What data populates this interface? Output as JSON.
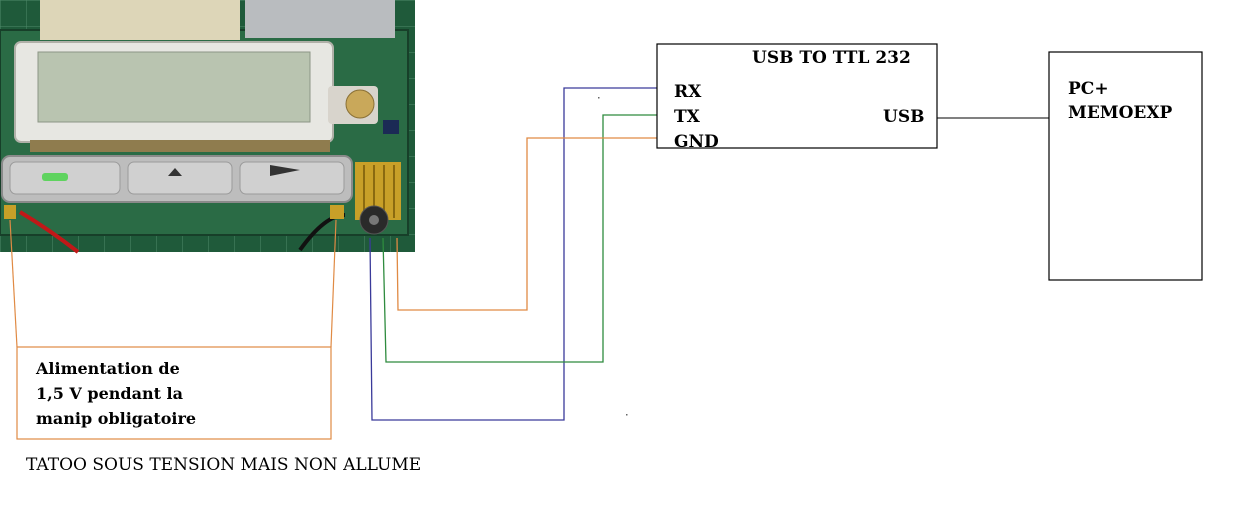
{
  "converter": {
    "title": "USB TO TTL 232",
    "rx": "RX",
    "tx": "TX",
    "gnd": "GND",
    "usb": "USB"
  },
  "pc": {
    "line1": "PC+",
    "line2": "MEMOEXP"
  },
  "power_note": {
    "line1": "Alimentation de",
    "line2": "1,5 V pendant la",
    "line3": "manip obligatoire"
  },
  "caption": "TATOO SOUS TENSION MAIS NON ALLUME",
  "colors": {
    "rx_wire": "#3a3a9a",
    "tx_wire": "#2e8b3e",
    "gnd_wire": "#e08a44",
    "power_wire": "#e08a44",
    "usb_wire": "#000000",
    "pcb": "#1f5a3a",
    "lcd": "#b9c4b0"
  }
}
